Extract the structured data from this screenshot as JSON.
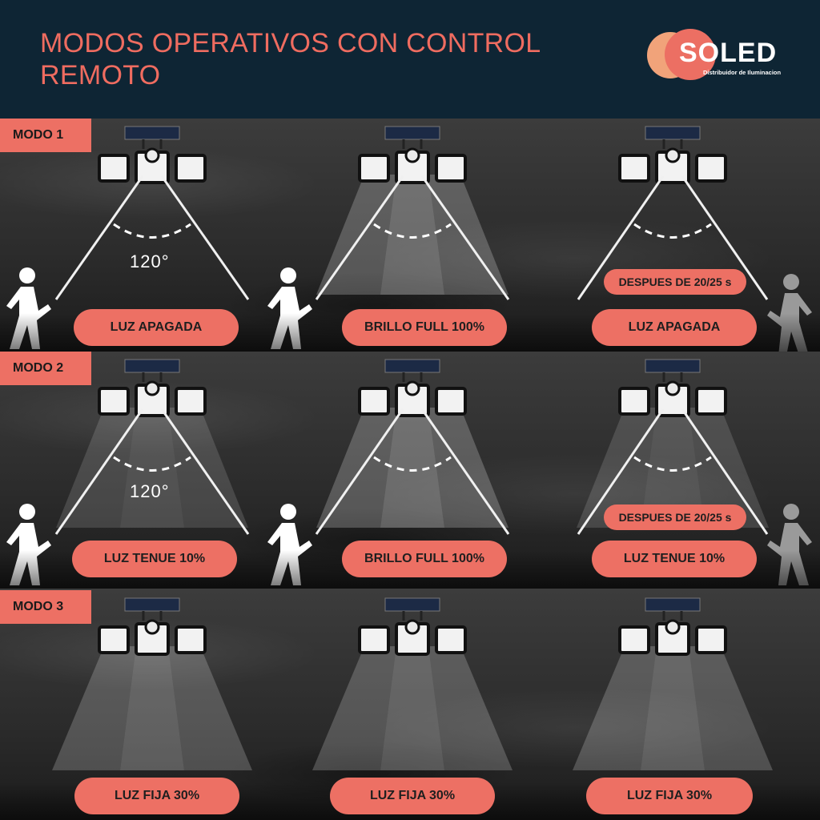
{
  "header": {
    "title": "MODOS OPERATIVOS CON CONTROL\nREMOTO",
    "logo_text": "SOLED",
    "logo_tagline": "Distribuidor de Iluminacion"
  },
  "colors": {
    "accent": "#ed7064",
    "header_bg": "#0e2534"
  },
  "modes": [
    {
      "label": "MODO 1",
      "angle": "120°",
      "panels": [
        {
          "status": "LUZ APAGADA"
        },
        {
          "status": "BRILLO FULL 100%"
        },
        {
          "status": "LUZ APAGADA",
          "note": "DESPUES DE 20/25 s"
        }
      ]
    },
    {
      "label": "MODO 2",
      "angle": "120°",
      "panels": [
        {
          "status": "LUZ TENUE 10%"
        },
        {
          "status": "BRILLO FULL 100%"
        },
        {
          "status": "LUZ TENUE 10%",
          "note": "DESPUES DE 20/25 s"
        }
      ]
    },
    {
      "label": "MODO 3",
      "panels": [
        {
          "status": "LUZ FIJA 30%"
        },
        {
          "status": "LUZ FIJA 30%"
        },
        {
          "status": "LUZ FIJA 30%"
        }
      ]
    }
  ],
  "icons": [
    "solar-light-fixture-icon",
    "walking-person-icon",
    "detection-arc-icon"
  ]
}
